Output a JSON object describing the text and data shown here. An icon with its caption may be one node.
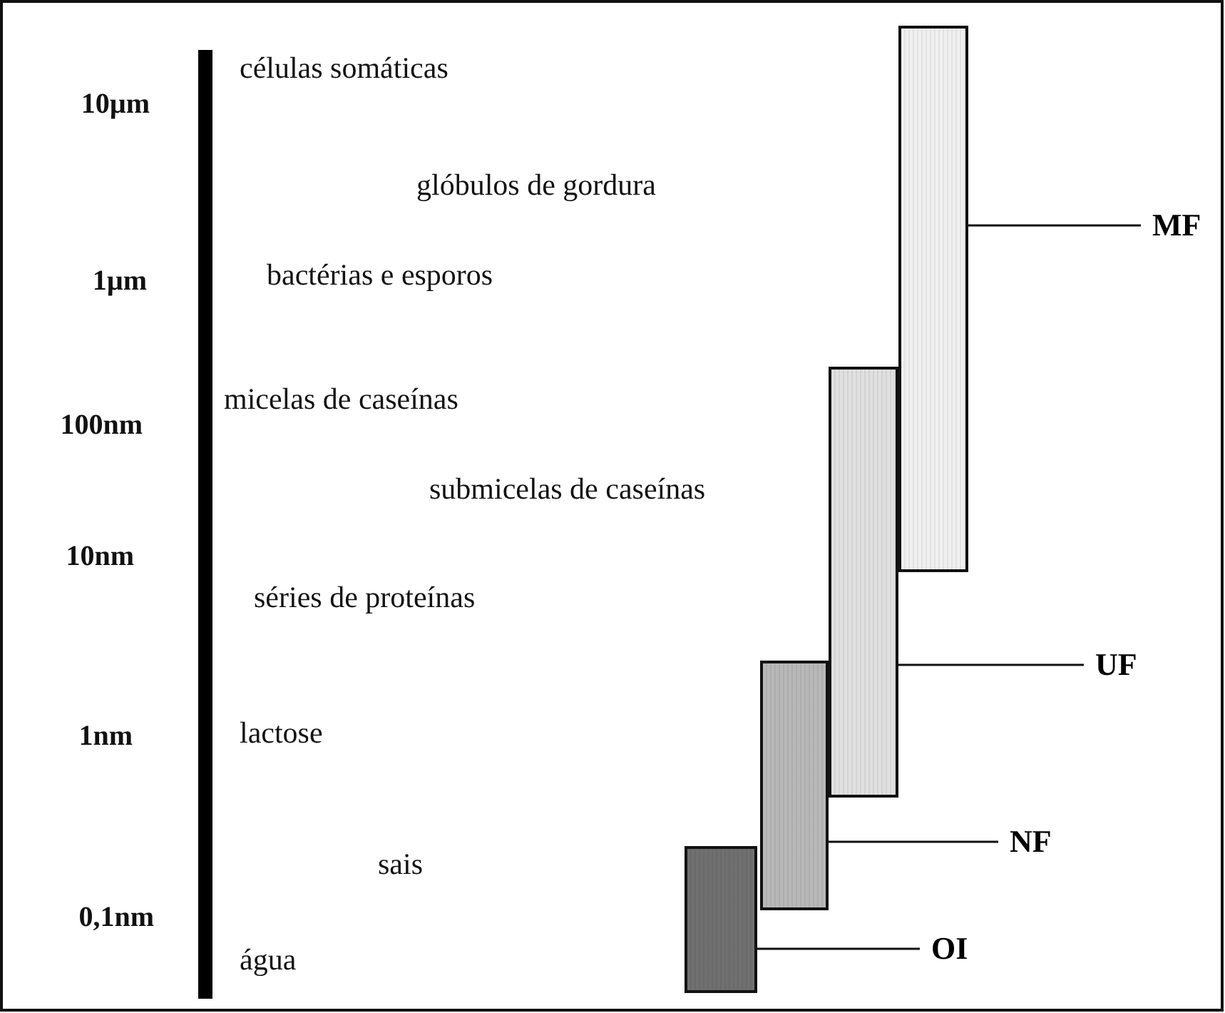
{
  "diagram": {
    "nodes": [
      {
        "text": [],
        "shape": "bar"
      },
      {
        "text": [],
        "shape": "bar"
      },
      {
        "text": [],
        "shape": "bar"
      },
      {
        "text": [],
        "shape": "bar"
      },
      {
        "text": [
          "MF"
        ]
      },
      {
        "text": [
          "UF"
        ]
      },
      {
        "text": [
          "NF"
        ]
      },
      {
        "text": [
          "OI"
        ]
      }
    ],
    "edges": [
      {
        "from": 4,
        "to": 3,
        "arrow": "none"
      },
      {
        "from": 5,
        "to": 2,
        "arrow": "none"
      },
      {
        "from": 6,
        "to": 1,
        "arrow": "none"
      },
      {
        "from": 7,
        "to": 0,
        "arrow": "none"
      }
    ],
    "labels": [
      "células somáticas",
      "10µm",
      "glóbulos de gordura",
      "1µm",
      "bactérias e esporos",
      "micelas de caseínas",
      "100nm",
      "submicelas de caseínas",
      "10nm",
      "séries de proteínas",
      "1nm",
      "lactose",
      "sais",
      "0,1nm",
      "água"
    ]
  }
}
